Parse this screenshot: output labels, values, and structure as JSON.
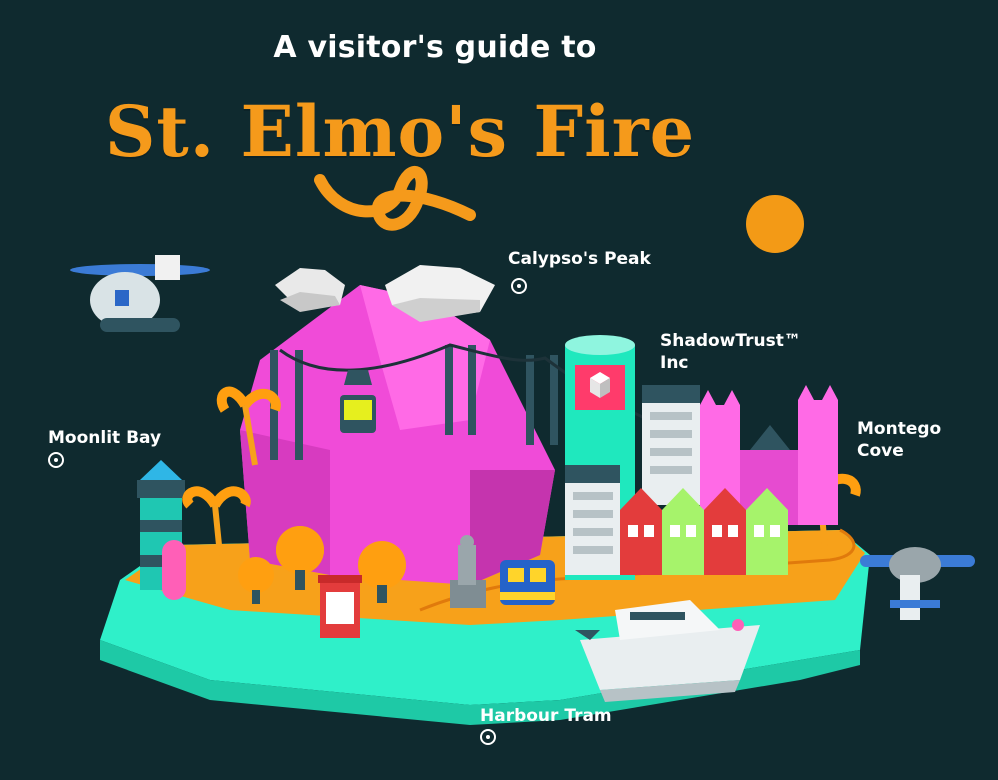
{
  "header": {
    "subtitle": "A visitor's guide to",
    "title": "St. Elmo's Fire"
  },
  "locations": [
    {
      "name": "Calypso's Peak",
      "icon": "location-pin-icon"
    },
    {
      "name": "ShadowTrust™\nInc",
      "icon": ""
    },
    {
      "name": "Moonlit Bay",
      "icon": "location-pin-icon"
    },
    {
      "name": "Montego\nCove",
      "icon": ""
    },
    {
      "name": "Harbour Tram",
      "icon": "location-pin-icon"
    }
  ],
  "colors": {
    "background": "#0f2a2f",
    "title_orange": "#f59a1b",
    "island_teal": "#2ff0c9",
    "island_orange": "#f7a11a",
    "mountain_magenta": "#f04bd8"
  }
}
